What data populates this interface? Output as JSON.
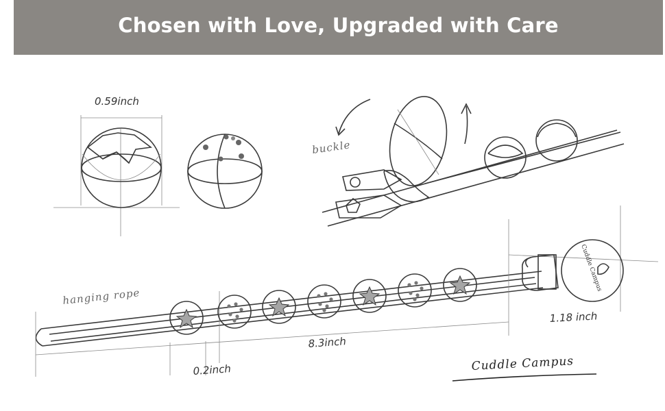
{
  "banner": {
    "title": "Chosen with Love, Upgraded with Care"
  },
  "labels": {
    "bead_diameter": "0.59inch",
    "buckle": "buckle",
    "hanging_rope": "hanging rope",
    "rope_length": "8.3inch",
    "rope_thickness": "0.2inch",
    "clip_size": "1.18 inch",
    "brand_signature": "Cuddle Campus",
    "clip_imprint": "Cuddle Campus"
  },
  "colors": {
    "banner_bg": "#8a8783",
    "banner_text": "#ffffff",
    "line": "#3a3a3a",
    "star_fill": "#a5a5a5"
  }
}
